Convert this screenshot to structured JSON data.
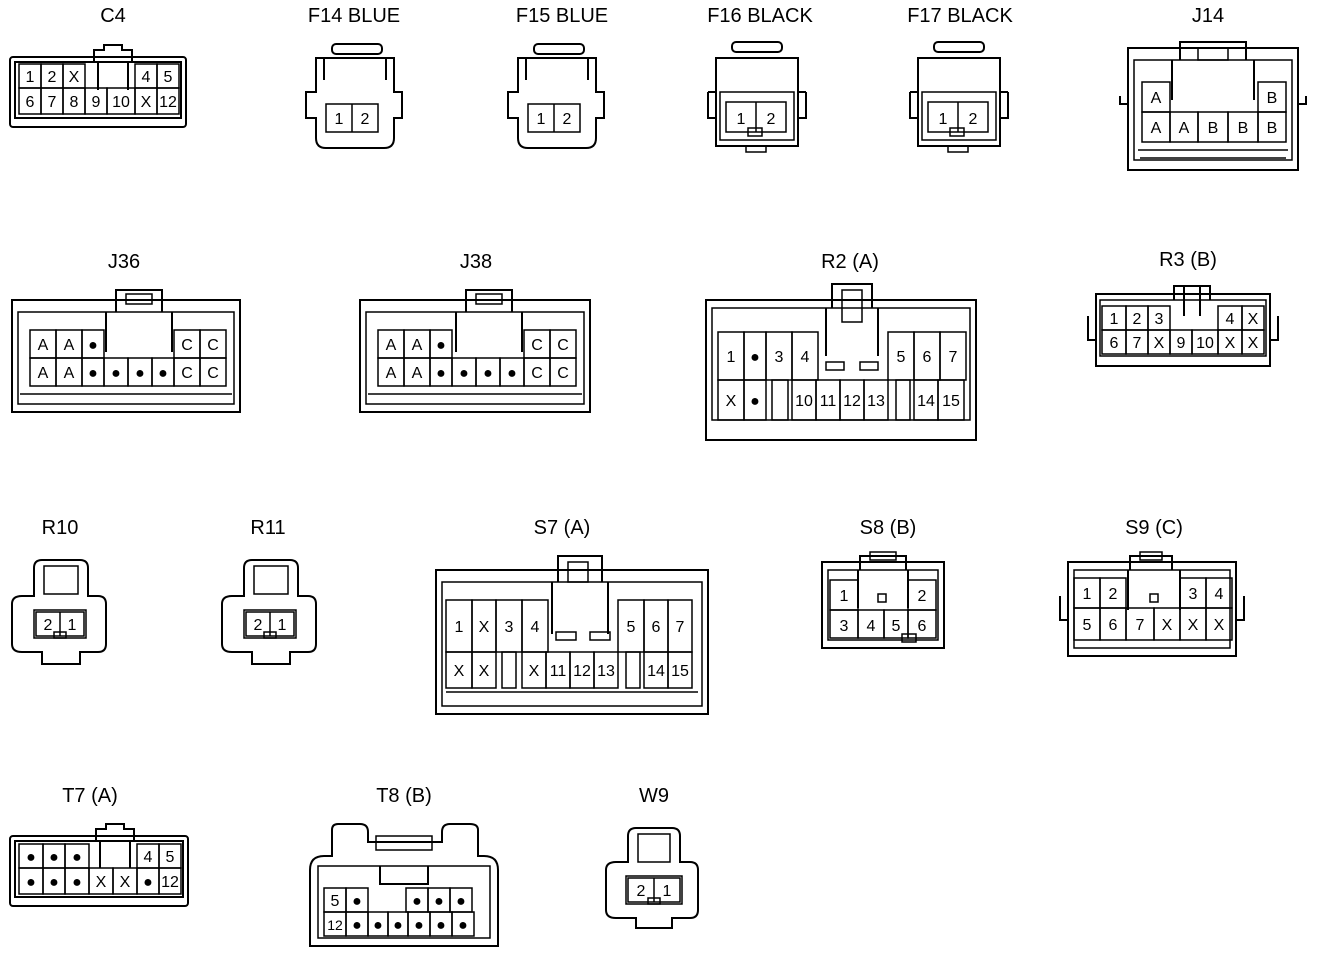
{
  "connectors": [
    {
      "id": "C4",
      "label": "C4",
      "rows": [
        [
          "1",
          "2",
          "X",
          "",
          "",
          "4",
          "5"
        ],
        [
          "6",
          "7",
          "8",
          "9",
          "10",
          "X",
          "12"
        ]
      ]
    },
    {
      "id": "F14",
      "label": "F14  BLUE",
      "rows": [
        [
          "1",
          "2"
        ]
      ]
    },
    {
      "id": "F15",
      "label": "F15  BLUE",
      "rows": [
        [
          "1",
          "2"
        ]
      ]
    },
    {
      "id": "F16",
      "label": "F16  BLACK",
      "rows": [
        [
          "1",
          "2"
        ]
      ]
    },
    {
      "id": "F17",
      "label": "F17  BLACK",
      "rows": [
        [
          "1",
          "2"
        ]
      ]
    },
    {
      "id": "J14",
      "label": "J14",
      "rows": [
        [
          "A",
          "",
          "",
          "B"
        ],
        [
          "A",
          "A",
          "B",
          "B",
          "B"
        ]
      ]
    },
    {
      "id": "J36",
      "label": "J36",
      "rows": [
        [
          "A",
          "A",
          "●",
          "",
          "",
          "C",
          "C"
        ],
        [
          "A",
          "A",
          "●",
          "●",
          "●",
          "●",
          "C",
          "C"
        ]
      ]
    },
    {
      "id": "J38",
      "label": "J38",
      "rows": [
        [
          "A",
          "A",
          "●",
          "",
          "",
          "C",
          "C"
        ],
        [
          "A",
          "A",
          "●",
          "●",
          "●",
          "●",
          "C",
          "C"
        ]
      ]
    },
    {
      "id": "R2",
      "label": "R2 (A)",
      "rows": [
        [
          "1",
          "●",
          "3",
          "4",
          "5",
          "6",
          "7"
        ],
        [
          "X",
          "●",
          "",
          "10",
          "11",
          "12",
          "13",
          "",
          "14",
          "15"
        ]
      ]
    },
    {
      "id": "R3",
      "label": "R3 (B)",
      "rows": [
        [
          "1",
          "2",
          "3",
          "",
          "4",
          "X"
        ],
        [
          "6",
          "7",
          "X",
          "9",
          "10",
          "X",
          "X"
        ]
      ]
    },
    {
      "id": "R10",
      "label": "R10",
      "rows": [
        [
          "2",
          "1"
        ]
      ]
    },
    {
      "id": "R11",
      "label": "R11",
      "rows": [
        [
          "2",
          "1"
        ]
      ]
    },
    {
      "id": "S7",
      "label": "S7 (A)",
      "rows": [
        [
          "1",
          "X",
          "3",
          "4",
          "5",
          "6",
          "7"
        ],
        [
          "X",
          "X",
          "",
          "X",
          "11",
          "12",
          "13",
          "",
          "14",
          "15"
        ]
      ]
    },
    {
      "id": "S8",
      "label": "S8 (B)",
      "rows": [
        [
          "1",
          "2"
        ],
        [
          "3",
          "4",
          "5",
          "6"
        ]
      ]
    },
    {
      "id": "S9",
      "label": "S9 (C)",
      "rows": [
        [
          "1",
          "2",
          "3",
          "4"
        ],
        [
          "5",
          "6",
          "7",
          "X",
          "X",
          "X"
        ]
      ]
    },
    {
      "id": "T7",
      "label": "T7 (A)",
      "rows": [
        [
          "●",
          "●",
          "●",
          "",
          "",
          "4",
          "5"
        ],
        [
          "●",
          "●",
          "●",
          "X",
          "X",
          "●",
          "12"
        ]
      ]
    },
    {
      "id": "T8",
      "label": "T8 (B)",
      "rows": [
        [
          "5",
          "●",
          "",
          "●",
          "●",
          "●"
        ],
        [
          "12",
          "●",
          "●",
          "●",
          "●",
          "●",
          "●"
        ]
      ]
    },
    {
      "id": "W9",
      "label": "W9",
      "rows": [
        [
          "2",
          "1"
        ]
      ]
    }
  ]
}
